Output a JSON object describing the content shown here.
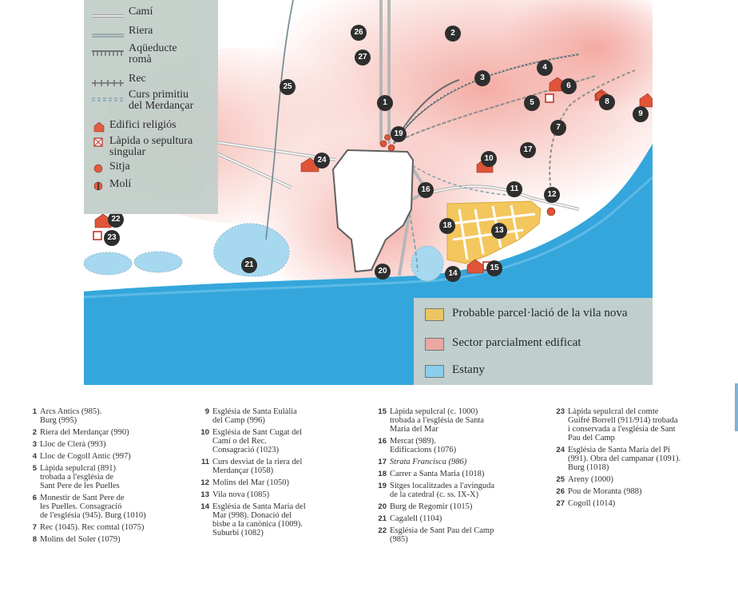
{
  "legend": {
    "items": [
      {
        "label": "Camí",
        "icon": "road-line-icon"
      },
      {
        "label": "Riera",
        "icon": "stream-line-icon"
      },
      {
        "label": "Aqüeducte\nromà",
        "icon": "aqueduct-line-icon"
      },
      {
        "label": "Rec",
        "icon": "canal-line-icon"
      },
      {
        "label": "Curs primitiu\ndel Merdançar",
        "icon": "dashed-line-icon"
      },
      {
        "label": "Edifici religiós",
        "icon": "church-icon"
      },
      {
        "label": "Làpida o sepultura\nsingular",
        "icon": "tomb-icon"
      },
      {
        "label": "Sitja",
        "icon": "silo-icon"
      },
      {
        "label": "Molí",
        "icon": "mill-icon"
      }
    ],
    "areas": [
      {
        "label": "Probable parcel·lació de la vila nova",
        "color": "#f3c75e"
      },
      {
        "label": "Sector parcialment edificat",
        "color": "#f3a8a0"
      },
      {
        "label": "Estany",
        "color": "#8fd0ec"
      }
    ]
  },
  "colors": {
    "sea": "#34a6dc",
    "land": "#ffffff",
    "pond": "#a6d8ef",
    "built": "#f3a8a0",
    "plots": "#f3c75e",
    "marker": "#2e2e2e",
    "church": "#e05438"
  },
  "markers": [
    "1",
    "2",
    "3",
    "4",
    "5",
    "6",
    "7",
    "8",
    "9",
    "10",
    "11",
    "12",
    "13",
    "14",
    "15",
    "16",
    "17",
    "18",
    "19",
    "20",
    "21",
    "22",
    "23",
    "24",
    "25",
    "26",
    "27"
  ],
  "key": {
    "columns": [
      [
        {
          "num": "1",
          "text": "Arcs Antics (985).\nBurg (995)"
        },
        {
          "num": "2",
          "text": "Riera del Merdançar (990)"
        },
        {
          "num": "3",
          "text": "Lloc de Clerà (993)"
        },
        {
          "num": "4",
          "text": "Lloc de Cogoll Antic (997)"
        },
        {
          "num": "5",
          "text": "Làpida sepulcral (891)\ntrobada a l'església de\nSant Pere de les Puelles"
        },
        {
          "num": "6",
          "text": "Monestir de Sant Pere de\nles Puelles. Consagració\nde l'església (945). Burg (1010)"
        },
        {
          "num": "7",
          "text": "Rec (1045). Rec comtal (1075)"
        },
        {
          "num": "8",
          "text": "Molins del Soler (1079)"
        }
      ],
      [
        {
          "num": "9",
          "text": "Església de Santa Eulàlia\ndel Camp (996)"
        },
        {
          "num": "10",
          "text": "Església de Sant Cugat del\nCamí o del Rec.\nConsagració (1023)"
        },
        {
          "num": "11",
          "text": "Curs desviat de la riera del\nMerdançar (1058)"
        },
        {
          "num": "12",
          "text": "Molins del Mar (1050)"
        },
        {
          "num": "13",
          "text": "Vila nova (1085)"
        },
        {
          "num": "14",
          "text": "Església de Santa Maria del\nMar (998). Donació del\nbisbe a la canònica (1009).\nSuburbi (1082)"
        }
      ],
      [
        {
          "num": "15",
          "text": "Làpida sepulcral (c. 1000)\ntrobada a l'església de Santa\nMaria del Mar"
        },
        {
          "num": "16",
          "text": "Mercat (989).\nEdificacions (1076)"
        },
        {
          "num": "17",
          "text": "Strata Francisca (986)",
          "italic": true
        },
        {
          "num": "18",
          "text": "Carrer a Santa Maria (1018)"
        },
        {
          "num": "19",
          "text": "Sitges localitzades a l'avinguda\nde la catedral (c. ss. IX-X)"
        },
        {
          "num": "20",
          "text": "Burg de Regomir (1015)"
        },
        {
          "num": "21",
          "text": "Cagalell (1104)"
        },
        {
          "num": "22",
          "text": "Església de Sant Pau del Camp\n(985)"
        }
      ],
      [
        {
          "num": "23",
          "text": "Làpida sepulcral del comte\nGuifré Borrell (911/914) trobada\ni conservada a l'església de Sant\nPau del Camp"
        },
        {
          "num": "24",
          "text": "Església de Santa Maria del Pi\n(991). Obra del campanar (1091).\nBurg (1018)"
        },
        {
          "num": "25",
          "text": "Areny (1000)"
        },
        {
          "num": "26",
          "text": "Pou de Moranta (988)"
        },
        {
          "num": "27",
          "text": "Cogoll (1014)"
        }
      ]
    ]
  }
}
